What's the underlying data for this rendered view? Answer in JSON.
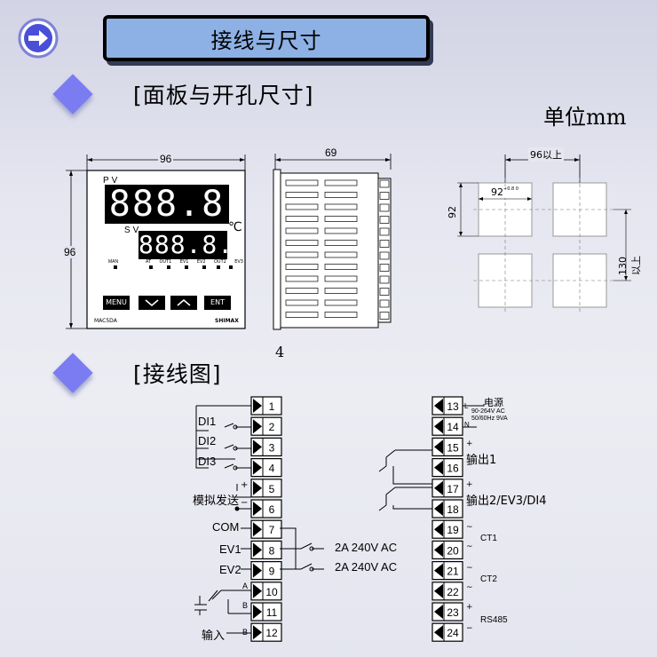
{
  "header": {
    "title": "接线与尺寸"
  },
  "section_panel": {
    "title": "[面板与开孔尺寸]"
  },
  "unit_label": "单位mm",
  "panel": {
    "width_dim": "96",
    "height_dim": "96",
    "pv": "PV",
    "sv": "SV",
    "pv_digits": "888.8",
    "sv_digits": "888.8.",
    "degree": "℃",
    "leds": [
      "AT",
      "OUT1",
      "EV1",
      "EV2",
      "OUT2",
      "EV3"
    ],
    "led_left": "MAN",
    "buttons": [
      "MENU",
      "ENT"
    ],
    "model": "MAC5DA",
    "brand": "SHIMAX"
  },
  "side_view": {
    "depth_dim": "69",
    "page_number": "4"
  },
  "cutout": {
    "spacing_label": "96以上",
    "hole_label": "92",
    "hole_tol": "+0.8 0",
    "hole_label_v": "92",
    "vspacing_label": "130以上"
  },
  "section_wiring": {
    "title": "[接线图]"
  },
  "wiring": {
    "left_terminals": [
      "1",
      "2",
      "3",
      "4",
      "5",
      "6",
      "7",
      "8",
      "9",
      "10",
      "11",
      "12"
    ],
    "right_terminals": [
      "13",
      "14",
      "15",
      "16",
      "17",
      "18",
      "19",
      "20",
      "21",
      "22",
      "23",
      "24"
    ],
    "di_labels": [
      "DI1",
      "DI2",
      "DI3"
    ],
    "analog_out": "模拟发送",
    "com": "COM",
    "ev1": "EV1",
    "ev2": "EV2",
    "relay1": "2A 240V AC",
    "relay2": "2A 240V AC",
    "input": "输入",
    "input_a": "A",
    "input_b": "B",
    "input_b2": "B",
    "power_title": "电源",
    "power_l": "L",
    "power_n": "N",
    "power_spec1": "90-264V AC",
    "power_spec2": "50/60Hz 9VA",
    "out1": "输出1",
    "out2": "输出2/EV3/DI4",
    "ct1": "CT1",
    "ct2": "CT2",
    "rs485": "RS485",
    "plus": "+",
    "minus": "−",
    "tilde": "~"
  }
}
